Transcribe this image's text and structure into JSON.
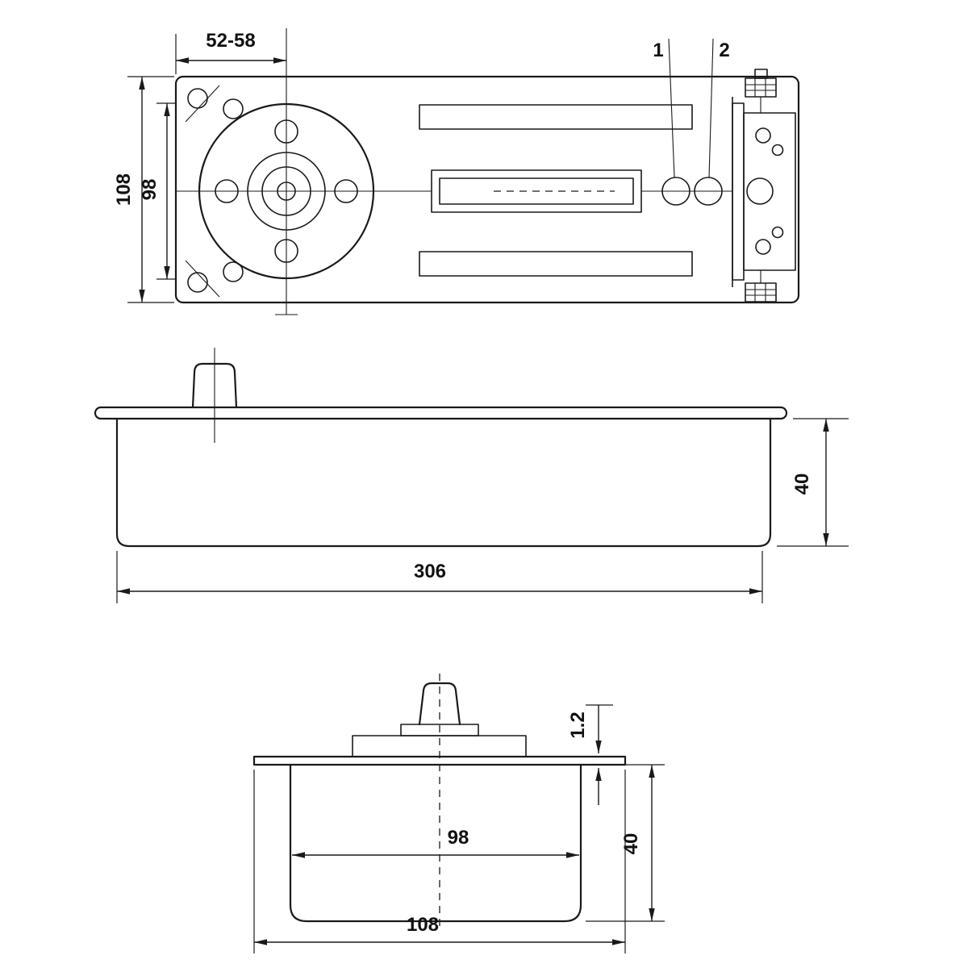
{
  "colors": {
    "line": "#1a1a1a",
    "background": "#ffffff"
  },
  "views": {
    "top": {
      "dim_spindle_offset": "52-58",
      "dim_overall_width": "108",
      "dim_plate_width": "98",
      "valve_label_1": "1",
      "valve_label_2": "2"
    },
    "side": {
      "dim_length": "306",
      "dim_depth": "40"
    },
    "end": {
      "dim_cover_thickness": "1.2",
      "dim_body_width": "98",
      "dim_depth": "40",
      "dim_cover_width": "108"
    }
  }
}
